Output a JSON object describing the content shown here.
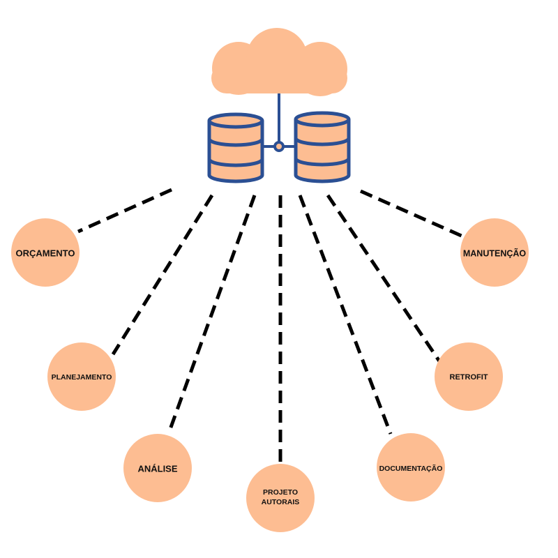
{
  "colors": {
    "node_fill": "#FDBD92",
    "cloud_fill": "#FDBD92",
    "database_fill": "#FDBD92",
    "database_stroke": "#2B4F93",
    "connector": "#000000"
  },
  "icons": {
    "cloud": "cloud-icon",
    "database": "database-icon"
  },
  "nodes": [
    {
      "id": "orcamento",
      "label": "ORÇAMENTO"
    },
    {
      "id": "planejamento",
      "label": "PLANEJAMENTO"
    },
    {
      "id": "analise",
      "label": "ANÁLISE"
    },
    {
      "id": "projeto-autorais",
      "label_line1": "PROJETO",
      "label_line2": "AUTORAIS"
    },
    {
      "id": "documentacao",
      "label": "DOCUMENTAÇÃO"
    },
    {
      "id": "retrofit",
      "label": "RETROFIT"
    },
    {
      "id": "manutencao",
      "label": "MANUTENÇÃO"
    }
  ]
}
